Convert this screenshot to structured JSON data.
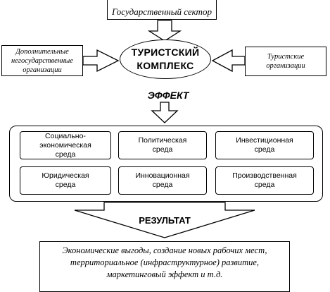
{
  "nodes": {
    "gov_sector": "Государственный сектор",
    "left_org": [
      "Дополнительные",
      "негосударственные",
      "организации"
    ],
    "right_org": [
      "Туристские",
      "организации"
    ],
    "complex": [
      "ТУРИСТСКИЙ",
      "КОМПЛЕКС"
    ]
  },
  "labels": {
    "effect": "ЭФФЕКТ",
    "result": "РЕЗУЛЬТАТ"
  },
  "environments": {
    "social": [
      "Социально-",
      "экономическая",
      "среда"
    ],
    "political": [
      "Политическая",
      "среда"
    ],
    "investment": [
      "Инвестиционная",
      "среда"
    ],
    "legal": [
      "Юридическая",
      "среда"
    ],
    "innovation": [
      "Инновационная",
      "среда"
    ],
    "production": [
      "Производственная",
      "среда"
    ]
  },
  "result_text": [
    "Экономические выгоды, создание новых рабочих мест,",
    "территориальное (инфраструктурное) развитие,",
    "маркетинговый эффект и т.д."
  ]
}
